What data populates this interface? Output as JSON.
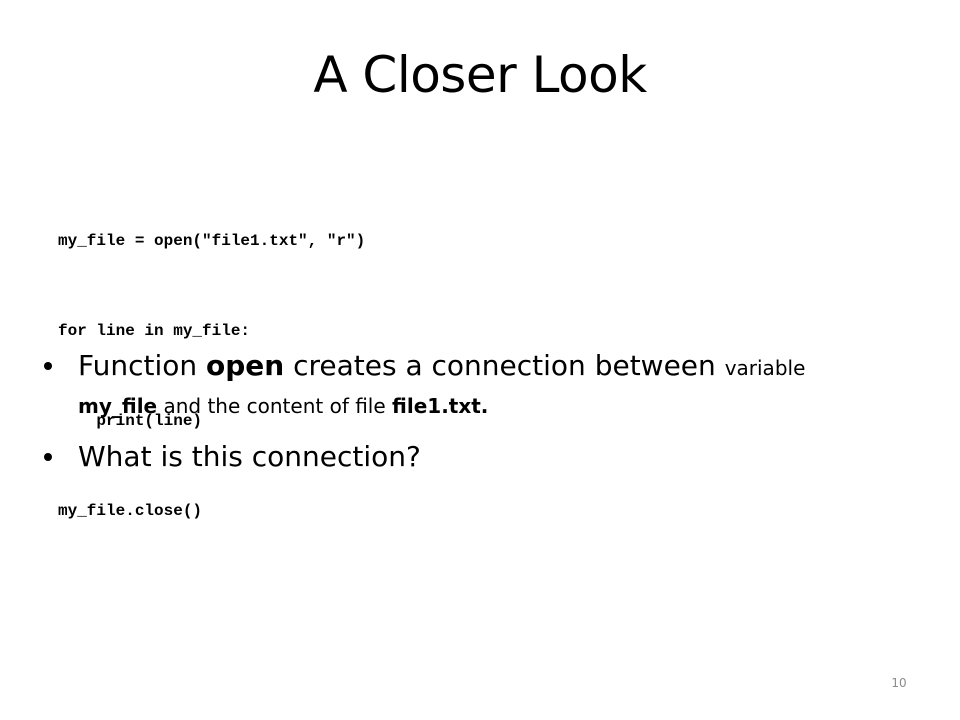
{
  "slide": {
    "title": "A Closer Look",
    "page_number": "10"
  },
  "code": {
    "lines": [
      "my_file = open(\"file1.txt\", \"r\")",
      "for line in my_file:",
      "    print(line)",
      "my_file.close()"
    ]
  },
  "bullets": [
    {
      "segments": [
        "Function ",
        "open",
        " creates a connection between ",
        "variable",
        "my_file",
        " and the content of file ",
        "file1.txt."
      ]
    },
    {
      "text": "What is this connection?"
    }
  ]
}
